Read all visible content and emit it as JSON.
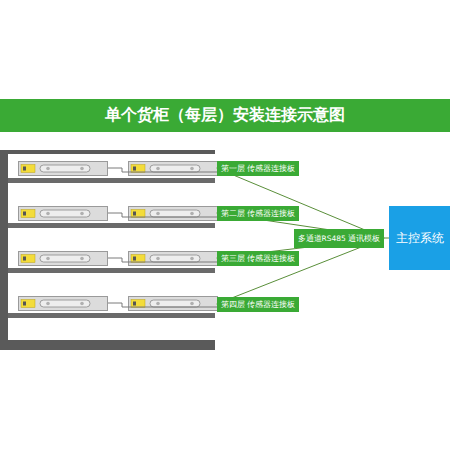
{
  "diagram": {
    "title": "单个货柜（每层）安装连接示意图",
    "nodes": [
      {
        "text": [
          "第一层 传感器连接板"
        ]
      },
      {
        "text": [
          "第二层 传感器连接板"
        ]
      },
      {
        "text": [
          "第三层 传感器连接板"
        ]
      },
      {
        "text": [
          "第四层 传感器连接板"
        ]
      },
      {
        "text": [
          "多通道RS485 通讯模板"
        ]
      },
      {
        "text": [
          "主控系统"
        ]
      }
    ],
    "edges": [
      {
        "from": 0,
        "to": 4,
        "arrow": "none"
      },
      {
        "from": 1,
        "to": 4,
        "arrow": "none"
      },
      {
        "from": 2,
        "to": 4,
        "arrow": "none"
      },
      {
        "from": 3,
        "to": 4,
        "arrow": "none"
      },
      {
        "from": 4,
        "to": 5,
        "arrow": "none"
      }
    ]
  }
}
